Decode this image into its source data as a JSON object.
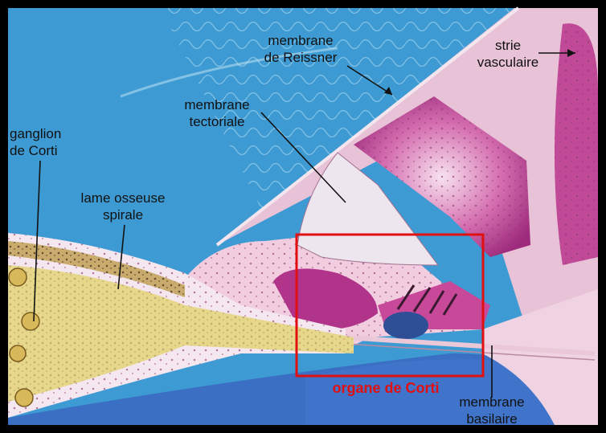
{
  "diagram": {
    "colors": {
      "fluid_blue": "#3e9ad3",
      "bone_yellow": "#e6d78a",
      "tissue_pink": "#f2cde0",
      "magenta": "#b0348a",
      "highlight_red": "#e01010"
    },
    "labels": {
      "reissner": [
        "membrane",
        "de Reissner"
      ],
      "strie": [
        "strie",
        "vasculaire"
      ],
      "tectoriale": [
        "membrane",
        "tectoriale"
      ],
      "ganglion": [
        "ganglion",
        "de Corti"
      ],
      "lame": [
        "lame osseuse",
        "spirale"
      ],
      "organe": "organe de Corti",
      "basilaire": [
        "membrane",
        "basilaire"
      ]
    }
  }
}
